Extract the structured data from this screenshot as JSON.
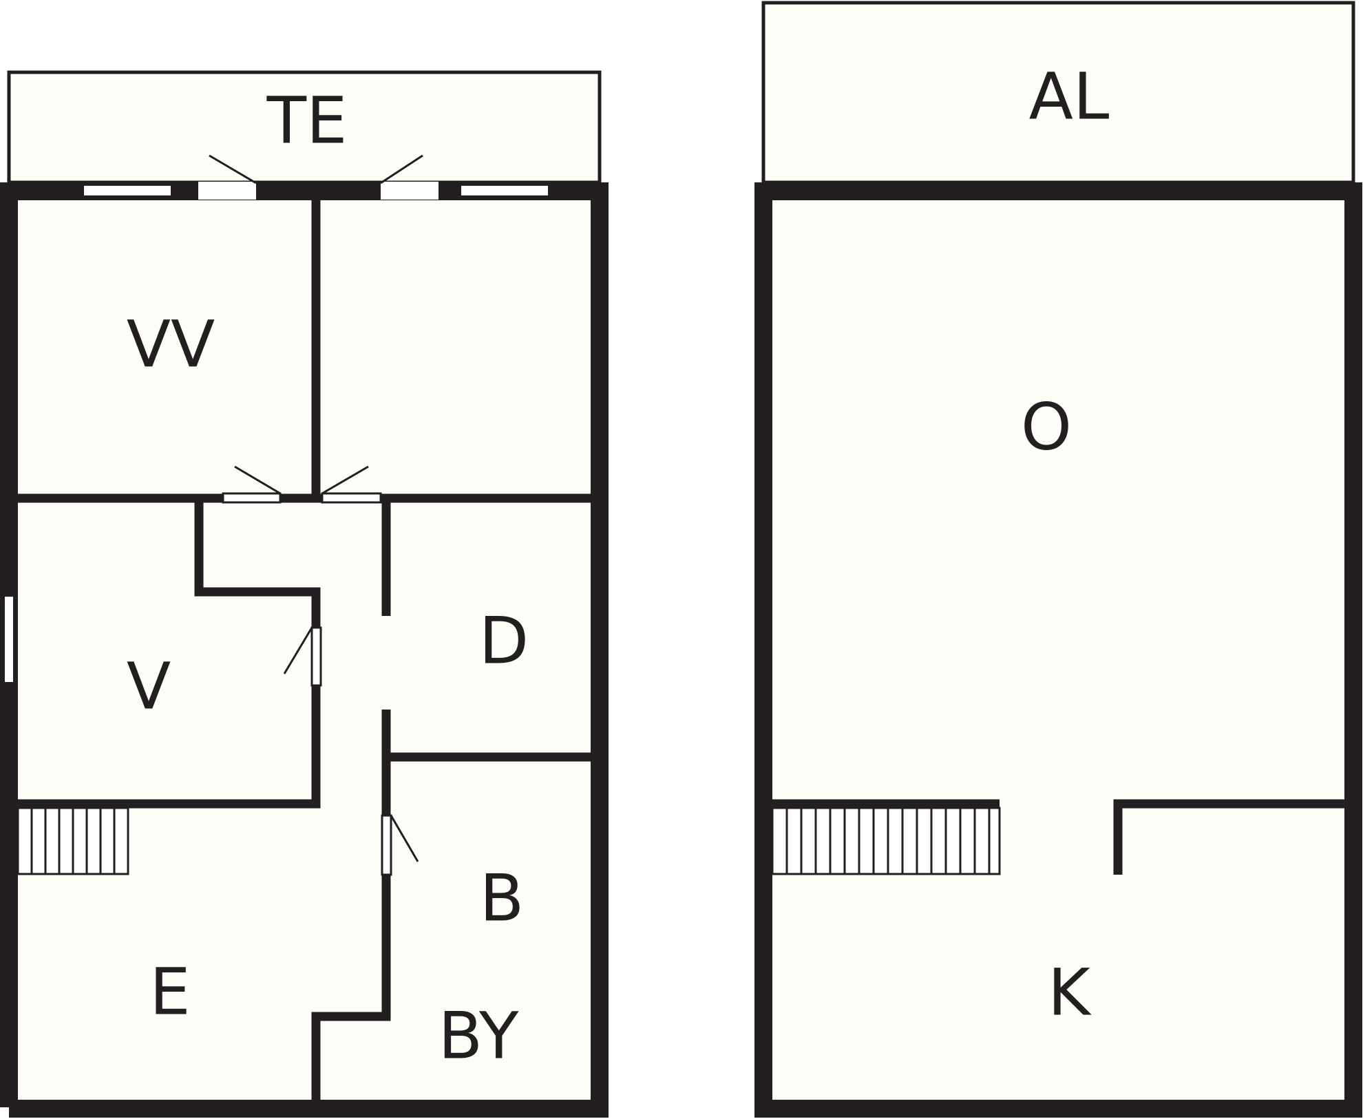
{
  "floor_plan": {
    "left_unit": {
      "rooms": {
        "terrace": "TE",
        "room_top_left": "VV",
        "room_mid_left": "V",
        "room_mid_right": "D",
        "room_lower_right": "B",
        "room_bottom_right": "BY",
        "room_bottom_left": "E"
      }
    },
    "right_unit": {
      "rooms": {
        "balcony": "AL",
        "main_room": "O",
        "bottom_room": "K"
      }
    },
    "colors": {
      "wall": "#231f20",
      "room_fill": "#fcfdf7",
      "background": "#ffffff"
    }
  }
}
